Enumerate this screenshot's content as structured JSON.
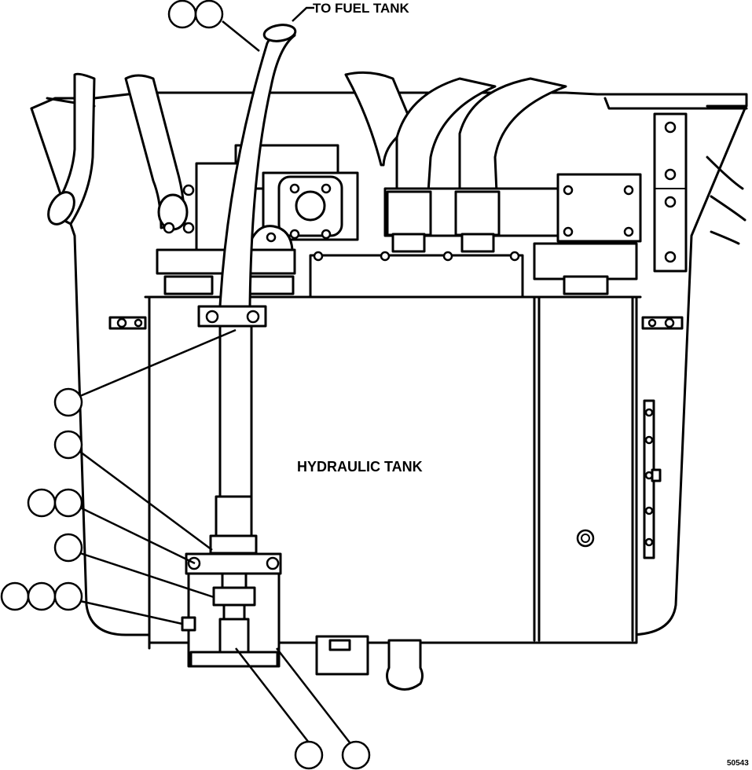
{
  "labels": {
    "fuel_tank": "TO FUEL TANK",
    "hydraulic_tank": "HYDRAULIC TANK",
    "figure_number": "50543"
  },
  "colors": {
    "line": "#000000",
    "background": "#ffffff"
  },
  "callout_groups": [
    {
      "id": "top-pair",
      "count": 2
    },
    {
      "id": "clamp",
      "count": 1
    },
    {
      "id": "fitting-upper",
      "count": 1
    },
    {
      "id": "nut-pair",
      "count": 2
    },
    {
      "id": "adapter",
      "count": 1
    },
    {
      "id": "bolt-triple",
      "count": 3
    },
    {
      "id": "bottom-left",
      "count": 1
    },
    {
      "id": "bottom-right",
      "count": 1
    }
  ]
}
